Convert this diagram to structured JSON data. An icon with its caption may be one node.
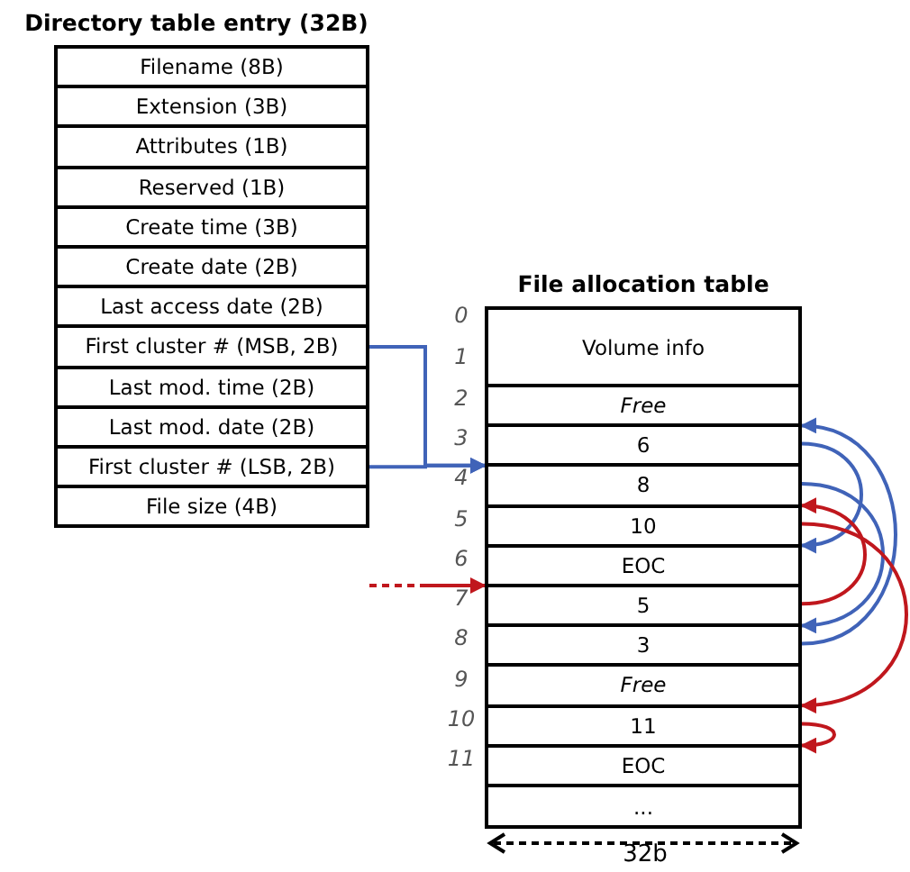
{
  "diagram": {
    "nodes": [
      {
        "text": [
          "Directory table entry (32B)"
        ]
      },
      {
        "text": [
          "Filename (8B)"
        ],
        "in": 0
      },
      {
        "text": [
          "Extension (3B)"
        ],
        "in": 0
      },
      {
        "text": [
          "Attributes (1B)"
        ],
        "in": 0
      },
      {
        "text": [
          "Reserved (1B)"
        ],
        "in": 0
      },
      {
        "text": [
          "Create time (3B)"
        ],
        "in": 0
      },
      {
        "text": [
          "Create date (2B)"
        ],
        "in": 0
      },
      {
        "text": [
          "Last access date (2B)"
        ],
        "in": 0
      },
      {
        "text": [
          "First cluster # (MSB, 2B)"
        ],
        "in": 0
      },
      {
        "text": [
          "Last mod. time (2B)"
        ],
        "in": 0
      },
      {
        "text": [
          "Last mod. date (2B)"
        ],
        "in": 0
      },
      {
        "text": [
          "First cluster # (LSB, 2B)"
        ],
        "in": 0
      },
      {
        "text": [
          "File size (4B)"
        ],
        "in": 0
      },
      {
        "text": [
          "File allocation table"
        ]
      },
      {
        "text": [
          "Volume info"
        ],
        "in": 13
      },
      {
        "text": [
          "Free"
        ],
        "in": 13
      },
      {
        "text": [
          "6"
        ],
        "in": 13
      },
      {
        "text": [
          "8"
        ],
        "in": 13
      },
      {
        "text": [
          "10"
        ],
        "in": 13
      },
      {
        "text": [
          "EOC"
        ],
        "in": 13
      },
      {
        "text": [
          "5"
        ],
        "in": 13
      },
      {
        "text": [
          "3"
        ],
        "in": 13
      },
      {
        "text": [
          "Free"
        ],
        "in": 13
      },
      {
        "text": [
          "11"
        ],
        "in": 13
      },
      {
        "text": [
          "EOC"
        ],
        "in": 13
      },
      {
        "text": [
          "..."
        ],
        "in": 13
      }
    ],
    "edges": [
      {
        "from": 8,
        "to": 17,
        "arrow": "to"
      },
      {
        "from": 11,
        "to": 17,
        "arrow": "to"
      },
      {
        "from": 17,
        "to": 21,
        "arrow": "to"
      },
      {
        "from": 21,
        "to": 16,
        "arrow": "to"
      },
      {
        "from": 16,
        "to": 19,
        "arrow": "to"
      },
      {
        "from": null,
        "to": 20,
        "arrow": "to",
        "style": "dashed",
        "color": "#c0171d"
      },
      {
        "from": 20,
        "to": 18,
        "arrow": "to",
        "color": "#c0171d"
      },
      {
        "from": 18,
        "to": 23,
        "arrow": "to",
        "color": "#c0171d"
      },
      {
        "from": 23,
        "to": 24,
        "arrow": "to",
        "color": "#c0171d"
      }
    ],
    "labels": [
      "0",
      "1",
      "2",
      "3",
      "4",
      "5",
      "6",
      "7",
      "8",
      "9",
      "10",
      "11",
      "32b"
    ]
  }
}
